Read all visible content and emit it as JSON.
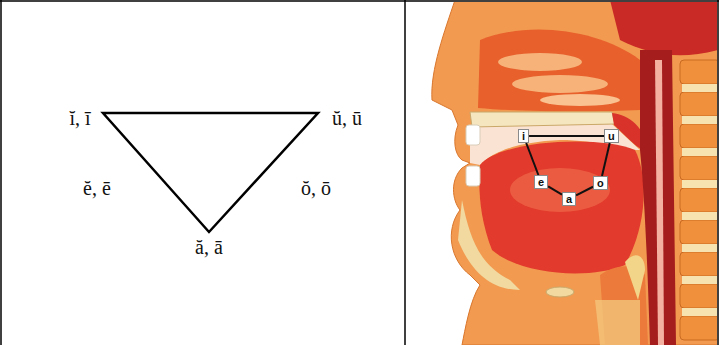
{
  "diagram": {
    "nodes": [
      {
        "text": [
          "i"
        ]
      },
      {
        "text": [
          "u"
        ]
      },
      {
        "text": [
          "e"
        ]
      },
      {
        "text": [
          "o"
        ]
      },
      {
        "text": [
          "a"
        ]
      }
    ],
    "edges": [
      {
        "from": 0,
        "to": 1,
        "arrow": "none"
      },
      {
        "from": 0,
        "to": 2,
        "arrow": "none"
      },
      {
        "from": 2,
        "to": 4,
        "arrow": "none"
      },
      {
        "from": 4,
        "to": 3,
        "arrow": "none"
      },
      {
        "from": 3,
        "to": 1,
        "arrow": "none"
      }
    ],
    "labels": [
      "ĭ, ī",
      "ŭ, ū",
      "ĕ, ē",
      "ŏ, ō",
      "ă, ā"
    ]
  }
}
